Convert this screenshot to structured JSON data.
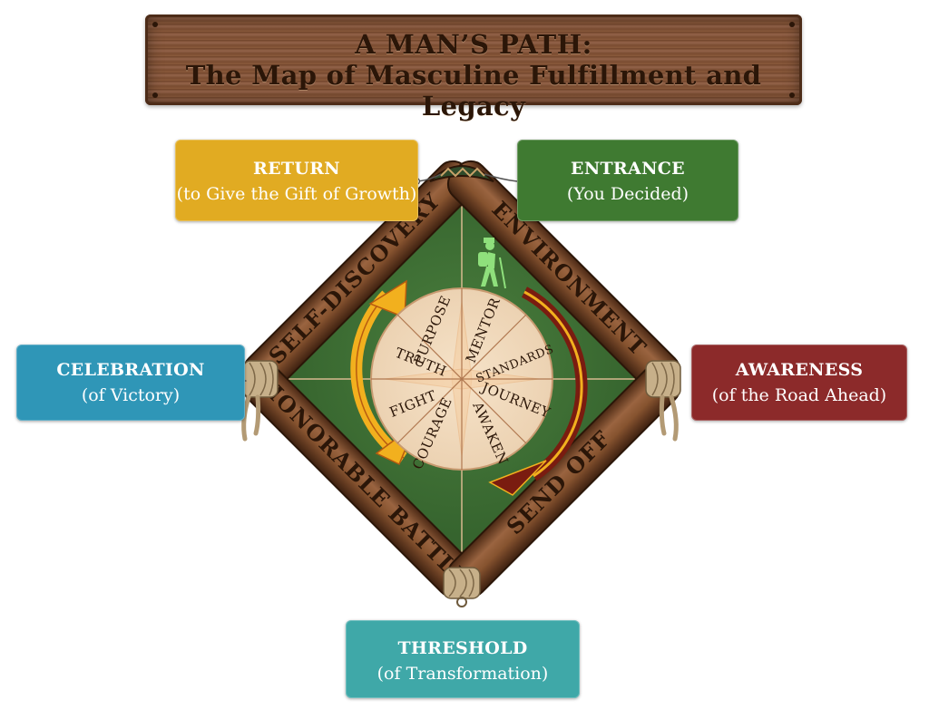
{
  "title": {
    "line1": "A MAN’S PATH:",
    "line2": "The Map of Masculine Fulfillment and Legacy"
  },
  "tags": {
    "return": {
      "label": "RETURN",
      "sub": "(to Give the Gift of Growth)",
      "color": "#e1ab22"
    },
    "entrance": {
      "label": "ENTRANCE",
      "sub": "(You Decided)",
      "color": "#3f7a31"
    },
    "celebration": {
      "label": "CELEBRATION",
      "sub": "(of Victory)",
      "color": "#2f96b7"
    },
    "awareness": {
      "label": "AWARENESS",
      "sub": "(of the Road Ahead)",
      "color": "#8c2a2a"
    },
    "threshold": {
      "label": "THRESHOLD",
      "sub": "(of Transformation)",
      "color": "#3fa8a8"
    }
  },
  "frame_sides": {
    "top_left": "SELF-DISCOVERY",
    "top_right": "ENVIRONMENT",
    "bottom_left": "HONORABLE BATTLE",
    "bottom_right": "SEND OFF"
  },
  "wheel": {
    "purpose": "PURPOSE",
    "mentor": "MENTOR",
    "standards": "STANDARDS",
    "journey": "JOURNEY",
    "awaken": "AWAKEN",
    "courage": "COURAGE",
    "fight": "FIGHT",
    "truth": "TRUTH"
  },
  "colors": {
    "board_green": "#3e6e34",
    "wood_log": "#7a4a2c",
    "wheel_cream": "#f1dcc0",
    "arrow_yellow": "#f2b01e",
    "arrow_red": "#7a1c10",
    "hiker": "#8fe07c"
  },
  "icons": [
    "hiker-icon",
    "rope-knot-icon"
  ]
}
